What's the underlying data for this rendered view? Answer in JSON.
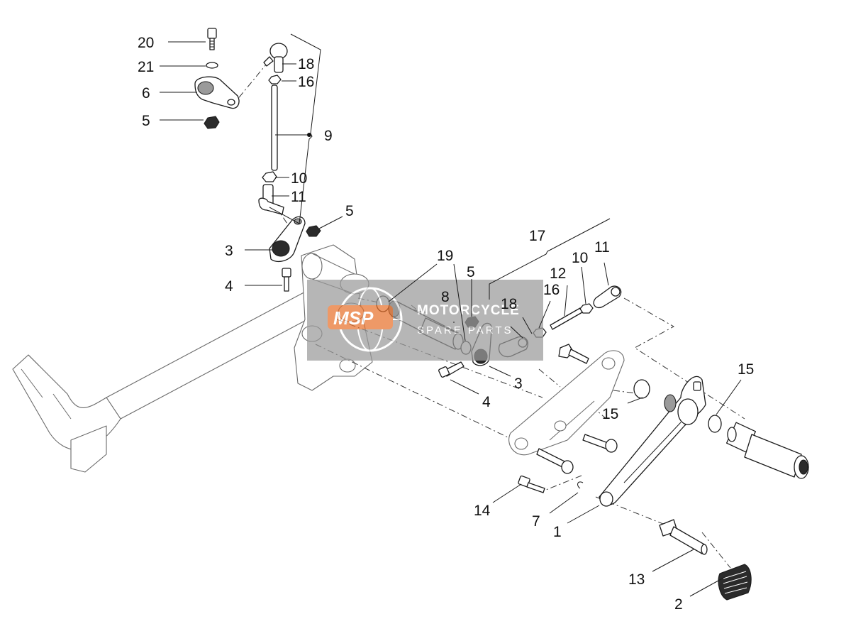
{
  "watermark": {
    "line1": "MOTORCYCLE",
    "line2": "SPARE PARTS",
    "logo": "MSP",
    "accent_color": "#e8732e"
  },
  "callouts": {
    "c20": "20",
    "c21": "21",
    "c6": "6",
    "c5a": "5",
    "c18a": "18",
    "c16a": "16",
    "c9": "9",
    "c10a": "10",
    "c11a": "11",
    "c5b": "5",
    "c3a": "3",
    "c4a": "4",
    "c17": "17",
    "c19": "19",
    "c5c": "5",
    "c8": "8",
    "c18b": "18",
    "c16b": "16",
    "c12": "12",
    "c10b": "10",
    "c11b": "11",
    "c3b": "3",
    "c4b": "4",
    "c15a": "15",
    "c15b": "15",
    "c14": "14",
    "c7": "7",
    "c1": "1",
    "c13": "13",
    "c2": "2"
  }
}
